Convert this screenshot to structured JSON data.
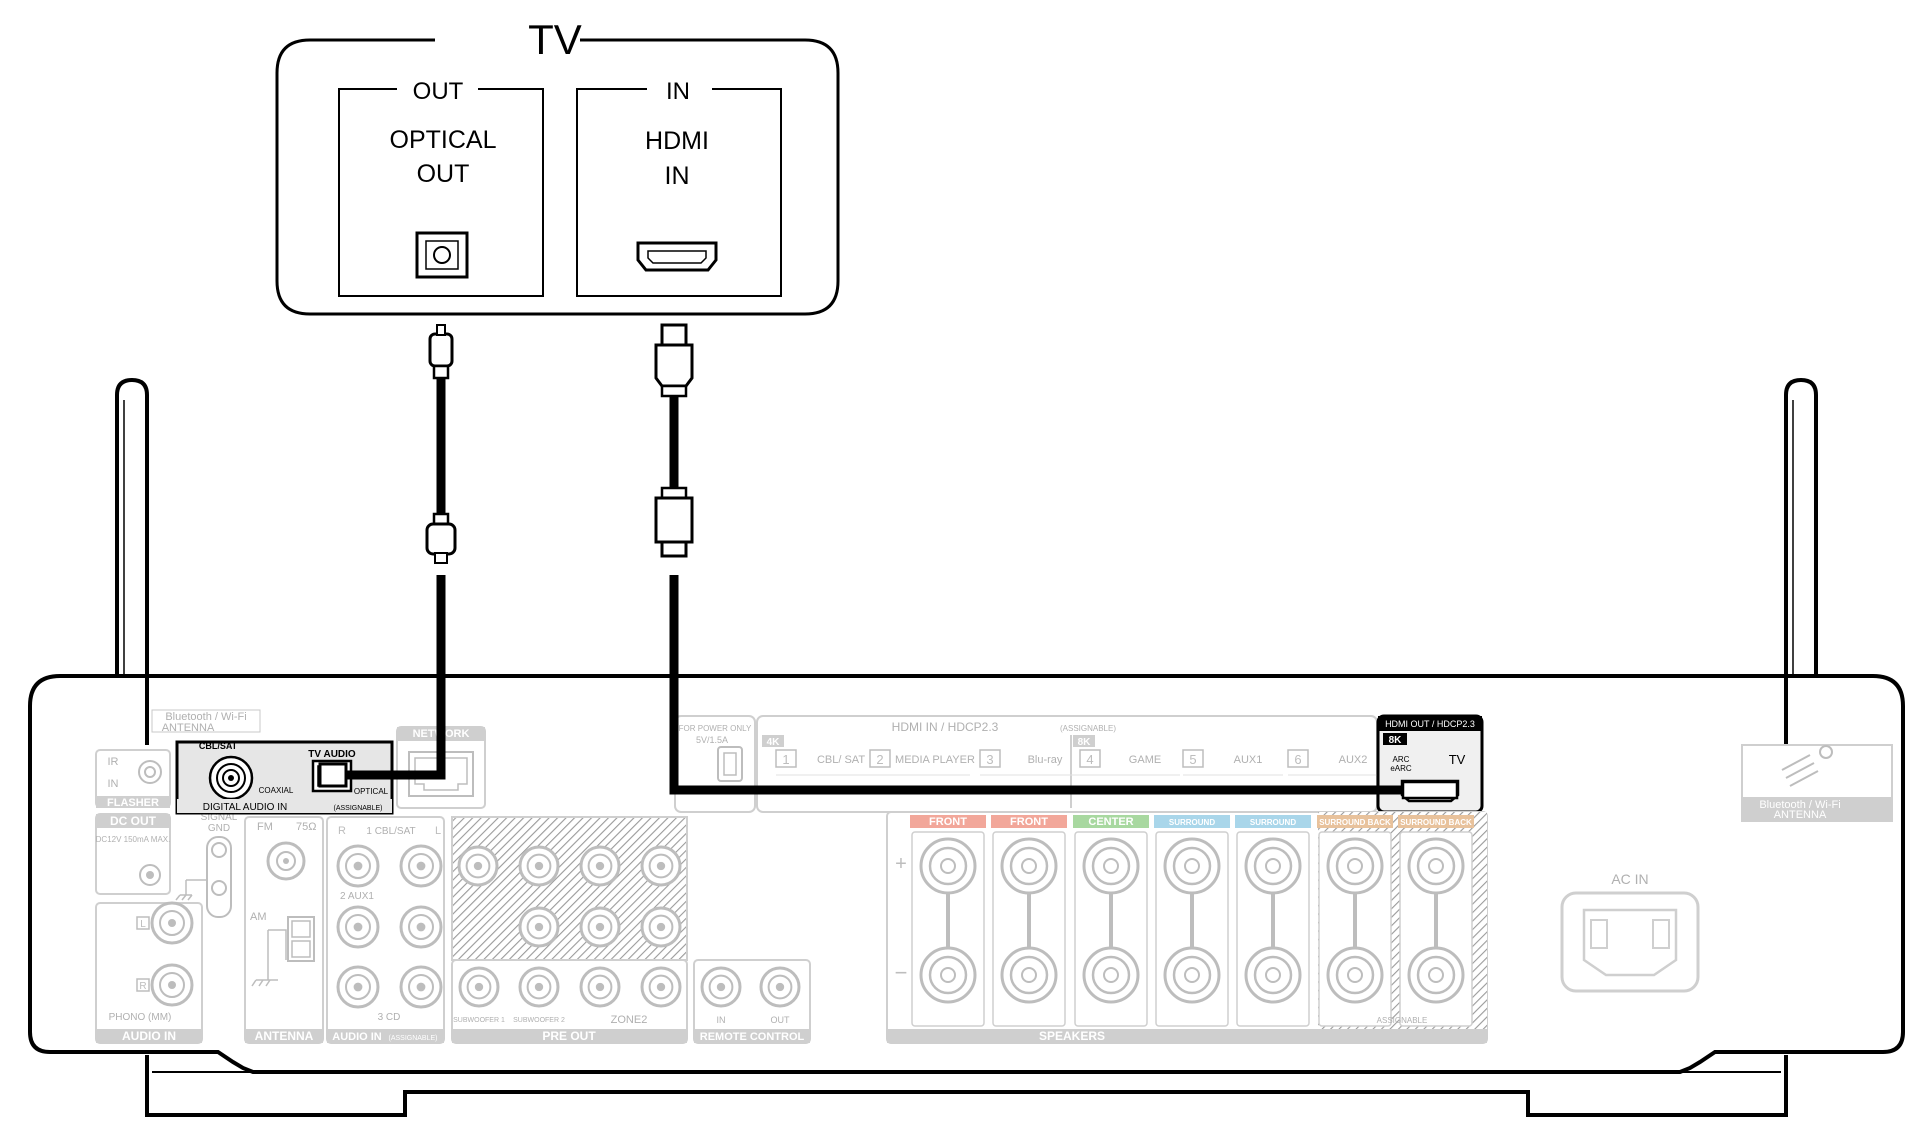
{
  "tv": {
    "title": "TV",
    "out_header": "OUT",
    "in_header": "IN",
    "optical_line1": "OPTICAL",
    "optical_line2": "OUT",
    "hdmi_line1": "HDMI",
    "hdmi_line2": "IN"
  },
  "receiver": {
    "bt_antenna_left": [
      "Bluetooth / Wi-Fi",
      "ANTENNA"
    ],
    "bt_antenna_right": [
      "Bluetooth / Wi-Fi",
      "ANTENNA"
    ],
    "network": "NETWORK",
    "flasher": "FLASHER",
    "ir": "IR",
    "in": "IN",
    "dc_out": "DC OUT",
    "dc_spec": "DC12V 150mA MAX.",
    "signal_gnd": [
      "SIGNAL",
      "GND"
    ],
    "fm": "FM",
    "ohm": "75Ω",
    "am": "AM",
    "antenna": "ANTENNA",
    "digital_audio_in": "DIGITAL AUDIO IN",
    "assignable": "(ASSIGNABLE)",
    "cbl_sat": "CBL/SAT",
    "coaxial": "COAXIAL",
    "tv_audio": "TV AUDIO",
    "optical": "OPTICAL",
    "audio_in_inputs": [
      "1 CBL/SAT",
      "2 AUX1",
      "3 CD"
    ],
    "audio_in_label": "AUDIO IN",
    "phono": "PHONO (MM)",
    "audio_in_left": "AUDIO IN",
    "pre_out": "PRE OUT",
    "subwoofer1": "SUBWOOFER 1",
    "subwoofer2": "SUBWOOFER 2",
    "zone2": "ZONE2",
    "remote_control": "REMOTE CONTROL",
    "remote_in": "IN",
    "remote_out": "OUT",
    "usb_power": [
      "5V/1.5A",
      "FOR POWER ONLY"
    ],
    "hdmi_in_header": "HDMI IN / HDCP2.3",
    "hdmi_in_assignable": "(ASSIGNABLE)",
    "badge_4k": "4K",
    "badge_8k": "8K",
    "hdmi_inputs": [
      {
        "num": "1",
        "name": "CBL/ SAT"
      },
      {
        "num": "2",
        "name": "MEDIA PLAYER"
      },
      {
        "num": "3",
        "name": "Blu-ray"
      },
      {
        "num": "4",
        "name": "GAME"
      },
      {
        "num": "5",
        "name": "AUX1"
      },
      {
        "num": "6",
        "name": "AUX2"
      }
    ],
    "hdmi_out_header": "HDMI OUT / HDCP2.3",
    "hdmi_out_8k": "8K",
    "hdmi_out_arc": [
      "ARC",
      "eARC"
    ],
    "hdmi_out_tv": "TV",
    "speaker_groups": [
      "FRONT",
      "FRONT",
      "CENTER",
      "SURROUND",
      "SURROUND",
      "SURROUND BACK",
      "SURROUND BACK"
    ],
    "speakers": "SPEAKERS",
    "speakers_assignable": "ASSIGNABLE",
    "ac_in": "AC IN"
  },
  "colors": {
    "line": "#000000",
    "panel_grey": "#cfcfcf",
    "label_grey": "#b0b0b0",
    "front": "#f2a79a",
    "center": "#a8d8a0",
    "surround": "#a9d6ea",
    "surround_back": "#e8c29c"
  }
}
